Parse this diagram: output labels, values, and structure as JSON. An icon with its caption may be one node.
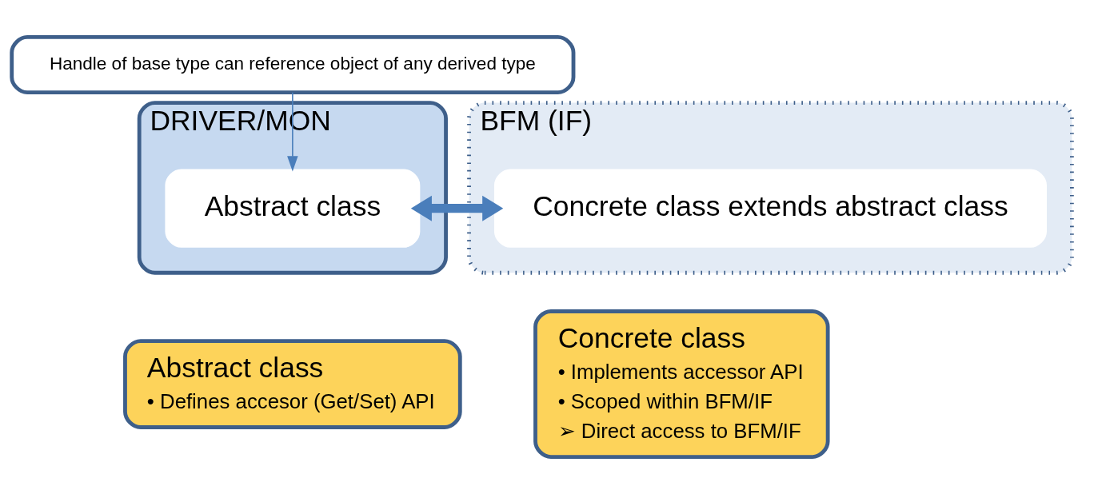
{
  "diagram": {
    "nodes": [
      {
        "text": [
          "Handle of base type can reference object of any derived type"
        ]
      },
      {
        "text": [
          "DRIVER/MON"
        ]
      },
      {
        "text": [
          "Abstract class"
        ],
        "in": 1
      },
      {
        "text": [
          "BFM (IF)"
        ]
      },
      {
        "text": [
          "Concrete class extends abstract class"
        ],
        "in": 3
      },
      {
        "text": [
          "Abstract class",
          "• Defines accesor (Get/Set) API"
        ]
      },
      {
        "text": [
          "Concrete class",
          "• Implements accessor API",
          "• Scoped within BFM/IF",
          "➢ Direct access to BFM/IF"
        ]
      }
    ],
    "edges": [
      {
        "from": 0,
        "to": 2,
        "arrow": "to"
      },
      {
        "from": 2,
        "to": 4,
        "arrow": "both",
        "style": "thick"
      }
    ]
  }
}
